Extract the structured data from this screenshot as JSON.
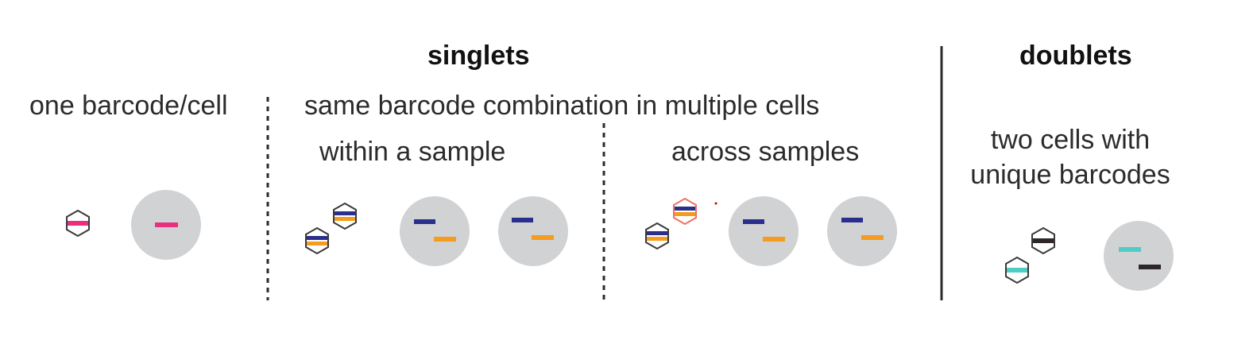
{
  "headings": {
    "singlets": "singlets",
    "doublets": "doublets"
  },
  "labels": {
    "one_barcode": "one barcode/cell",
    "same_combination": "same barcode combination in multiple cells",
    "within_sample": "within a sample",
    "across_samples": "across samples",
    "two_cells_line1": "two cells with",
    "two_cells_line2": "unique barcodes"
  },
  "colors": {
    "pink": "#e8307e",
    "navy": "#2b2f8c",
    "orange": "#f39c1f",
    "teal": "#4ecdc4",
    "dark": "#2e2628",
    "cell_fill": "#d1d2d4",
    "hex_outline": "#3a3a3a",
    "hex_outline_highlight": "#f07064",
    "divider": "#2a2a2a"
  },
  "icons": {
    "bead": "hexagon-bead-icon",
    "cell": "cell-circle-icon",
    "barcode": "barcode-bar-icon"
  }
}
